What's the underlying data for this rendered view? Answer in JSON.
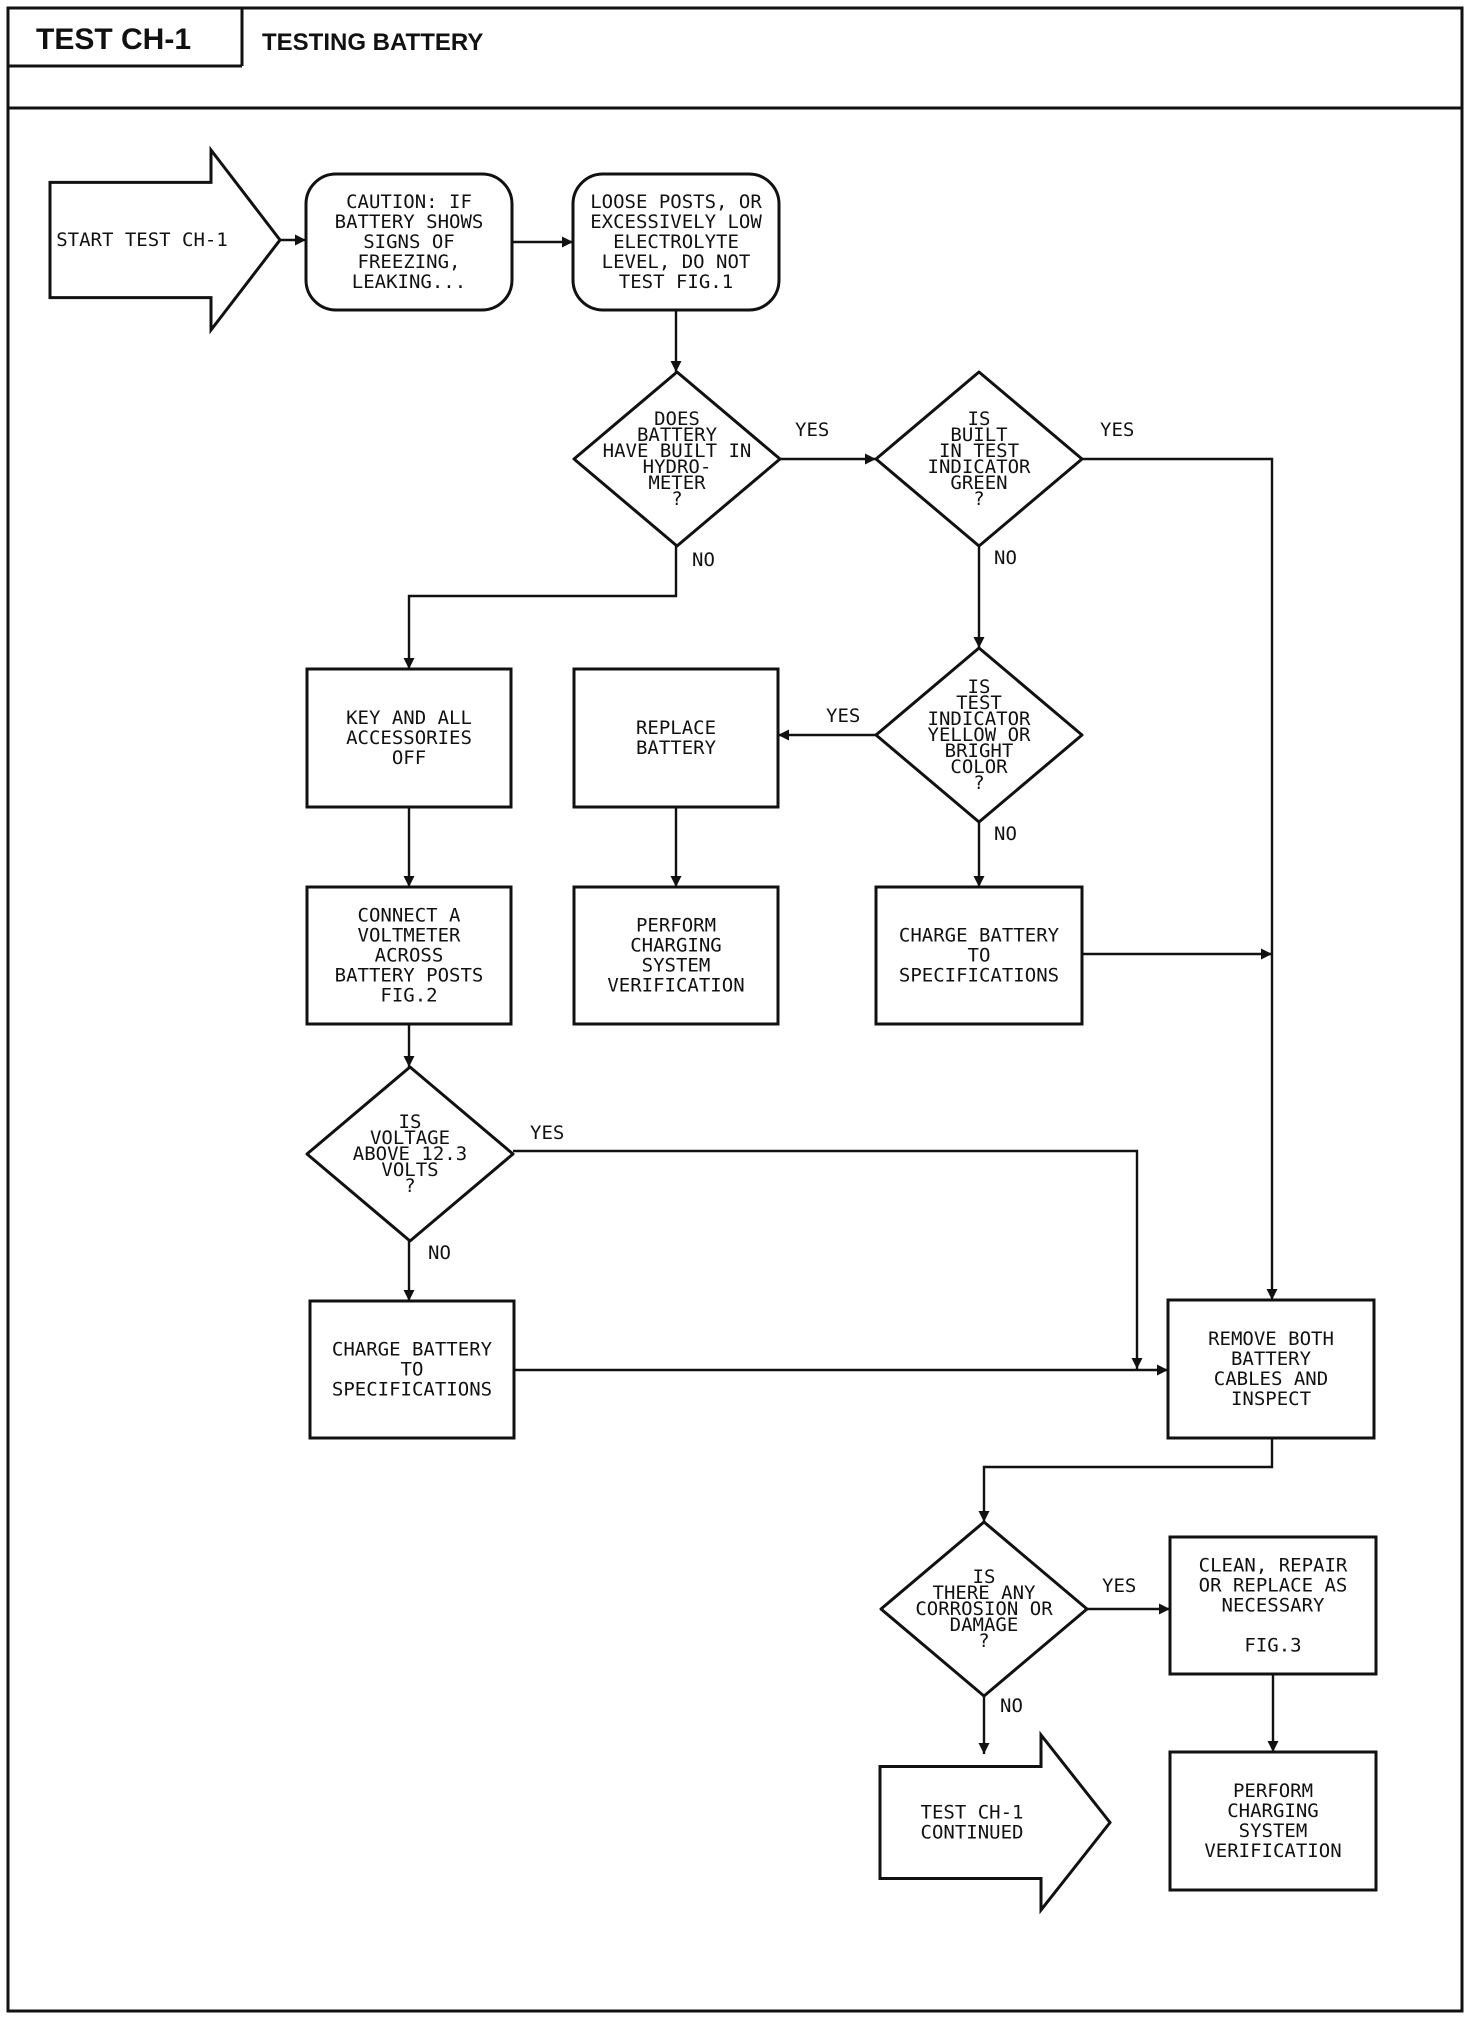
{
  "header": {
    "test_id": "TEST CH-1",
    "title": "TESTING BATTERY"
  },
  "nodes": [
    {
      "id": "start",
      "shape": "arrow",
      "lines": [
        "START TEST CH-1"
      ]
    },
    {
      "id": "caution",
      "shape": "rounded",
      "lines": [
        "CAUTION: IF",
        "BATTERY SHOWS",
        "SIGNS OF",
        "FREEZING,",
        "LEAKING..."
      ]
    },
    {
      "id": "loose",
      "shape": "rounded",
      "lines": [
        "LOOSE POSTS, OR",
        "EXCESSIVELY LOW",
        "ELECTROLYTE",
        "LEVEL, DO NOT",
        "TEST FIG.1"
      ]
    },
    {
      "id": "hydro",
      "shape": "diamond",
      "lines": [
        "DOES",
        "BATTERY",
        "HAVE BUILT IN",
        "HYDRO-",
        "METER",
        "?"
      ]
    },
    {
      "id": "green",
      "shape": "diamond",
      "lines": [
        "IS",
        "BUILT",
        "IN TEST",
        "INDICATOR",
        "GREEN",
        "?"
      ]
    },
    {
      "id": "keyoff",
      "shape": "rect",
      "lines": [
        "KEY AND ALL",
        "ACCESSORIES",
        "OFF"
      ]
    },
    {
      "id": "replace",
      "shape": "rect",
      "lines": [
        "REPLACE",
        "BATTERY"
      ]
    },
    {
      "id": "yellow",
      "shape": "diamond",
      "lines": [
        "IS",
        "TEST",
        "INDICATOR",
        "YELLOW OR",
        "BRIGHT",
        "COLOR",
        "?"
      ]
    },
    {
      "id": "voltmeter",
      "shape": "rect",
      "lines": [
        "CONNECT A",
        "VOLTMETER",
        "ACROSS",
        "BATTERY POSTS",
        "FIG.2"
      ]
    },
    {
      "id": "perform1",
      "shape": "rect",
      "lines": [
        "PERFORM",
        "CHARGING",
        "SYSTEM",
        "VERIFICATION"
      ]
    },
    {
      "id": "charge1",
      "shape": "rect",
      "lines": [
        "CHARGE BATTERY",
        "TO",
        "SPECIFICATIONS"
      ]
    },
    {
      "id": "voltage",
      "shape": "diamond",
      "lines": [
        "IS",
        "VOLTAGE",
        "ABOVE 12.3",
        "VOLTS",
        "?"
      ]
    },
    {
      "id": "charge2",
      "shape": "rect",
      "lines": [
        "CHARGE BATTERY",
        "TO",
        "SPECIFICATIONS"
      ]
    },
    {
      "id": "remove",
      "shape": "rect",
      "lines": [
        "REMOVE BOTH",
        "BATTERY",
        "CABLES AND",
        "INSPECT"
      ]
    },
    {
      "id": "corrosion",
      "shape": "diamond",
      "lines": [
        "IS",
        "THERE ANY",
        "CORROSION OR",
        "DAMAGE",
        "?"
      ]
    },
    {
      "id": "clean",
      "shape": "rect",
      "lines": [
        "CLEAN, REPAIR",
        "OR REPLACE AS",
        "NECESSARY",
        "",
        "FIG.3"
      ]
    },
    {
      "id": "continued",
      "shape": "arrow",
      "lines": [
        "TEST CH-1",
        "CONTINUED"
      ]
    },
    {
      "id": "perform2",
      "shape": "rect",
      "lines": [
        "PERFORM",
        "CHARGING",
        "SYSTEM",
        "VERIFICATION"
      ]
    }
  ],
  "edges": [
    {
      "from": "start",
      "to": "caution",
      "label": ""
    },
    {
      "from": "caution",
      "to": "loose",
      "label": ""
    },
    {
      "from": "loose",
      "to": "hydro",
      "label": ""
    },
    {
      "from": "hydro",
      "to": "green",
      "label": "YES"
    },
    {
      "from": "hydro",
      "to": "keyoff",
      "label": "NO"
    },
    {
      "from": "green",
      "to": "remove",
      "label": "YES"
    },
    {
      "from": "green",
      "to": "yellow",
      "label": "NO"
    },
    {
      "from": "yellow",
      "to": "replace",
      "label": "YES"
    },
    {
      "from": "yellow",
      "to": "charge1",
      "label": "NO"
    },
    {
      "from": "replace",
      "to": "perform1",
      "label": ""
    },
    {
      "from": "charge1",
      "to": "remove",
      "label": ""
    },
    {
      "from": "keyoff",
      "to": "voltmeter",
      "label": ""
    },
    {
      "from": "voltmeter",
      "to": "voltage",
      "label": ""
    },
    {
      "from": "voltage",
      "to": "remove",
      "label": "YES"
    },
    {
      "from": "voltage",
      "to": "charge2",
      "label": "NO"
    },
    {
      "from": "charge2",
      "to": "remove",
      "label": ""
    },
    {
      "from": "remove",
      "to": "corrosion",
      "label": ""
    },
    {
      "from": "corrosion",
      "to": "clean",
      "label": "YES"
    },
    {
      "from": "corrosion",
      "to": "continued",
      "label": "NO"
    },
    {
      "from": "clean",
      "to": "perform2",
      "label": ""
    }
  ]
}
